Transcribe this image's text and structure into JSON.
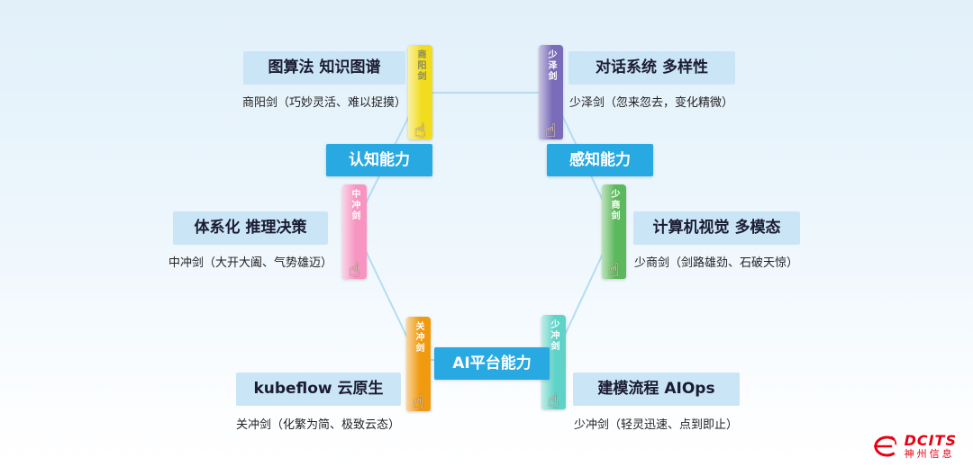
{
  "capabilities": {
    "cognitive": "认知能力",
    "perception": "感知能力",
    "platform": "AI平台能力"
  },
  "swords": [
    {
      "name": "商阳剑",
      "tech": "图算法 知识图谱",
      "desc": "商阳剑（巧妙灵活、难以捉摸）",
      "color": "#f2dc1e",
      "name_color": "#8a8a5a"
    },
    {
      "name": "少泽剑",
      "tech": "对话系统 多样性",
      "desc": "少泽剑（忽来忽去，变化精微）",
      "color": "#7a6cb8",
      "name_color": "#ffffff"
    },
    {
      "name": "中冲剑",
      "tech": "体系化 推理决策",
      "desc": "中冲剑（大开大阖、气势雄迈）",
      "color": "#f794c1",
      "name_color": "#ffffff"
    },
    {
      "name": "少商剑",
      "tech": "计算机视觉 多模态",
      "desc": "少商剑（剑路雄劲、石破天惊）",
      "color": "#5cb85c",
      "name_color": "#ffffff"
    },
    {
      "name": "关冲剑",
      "tech": "kubeflow 云原生",
      "desc": "关冲剑（化繁为简、极致云态）",
      "color": "#f09a10",
      "name_color": "#ffffff"
    },
    {
      "name": "少冲剑",
      "tech": "建模流程 AIOps",
      "desc": "少冲剑（轻灵迅速、点到即止）",
      "color": "#5fd3c8",
      "name_color": "#ffffff"
    }
  ],
  "icons": {
    "hand": "☝"
  },
  "colors": {
    "accent": "#29a9e1",
    "label_box": "#cae6f6",
    "connector": "#b5dcf2",
    "logo_red": "#e60012"
  },
  "logo": {
    "brand": "DCITS",
    "company": "神州信息"
  }
}
